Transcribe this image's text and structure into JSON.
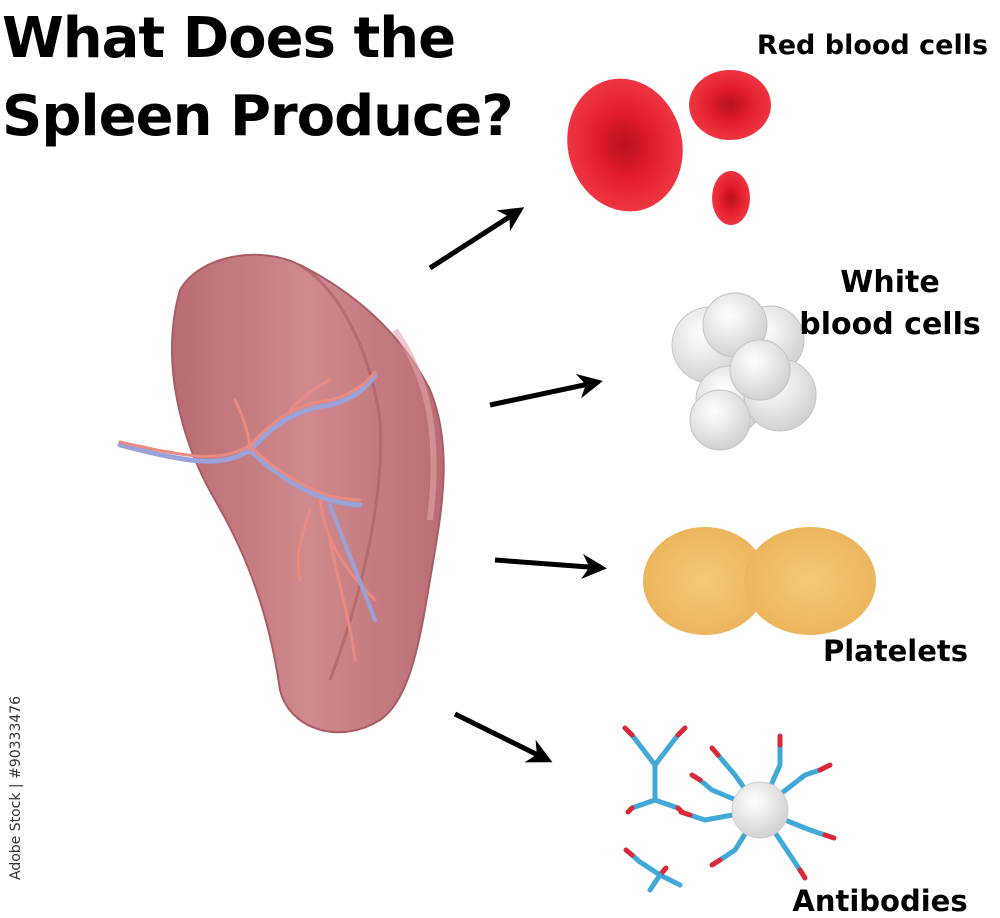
{
  "title": "What Does the Spleen Produce?",
  "labels": {
    "red_blood_cells": "Red blood cells",
    "white_blood_cells": "White blood cells",
    "platelets": "Platelets",
    "antibodies": "Antibodies"
  },
  "stock_id": "Adobe Stock | #90333476",
  "colors": {
    "spleen": "#c97b80",
    "red_cell": "#e01b2a",
    "white_cell": "#e6e6e6",
    "platelet": "#f3c06a",
    "antibody_blue": "#41a9d8",
    "antibody_red": "#d8283a",
    "arrow": "#000000"
  }
}
